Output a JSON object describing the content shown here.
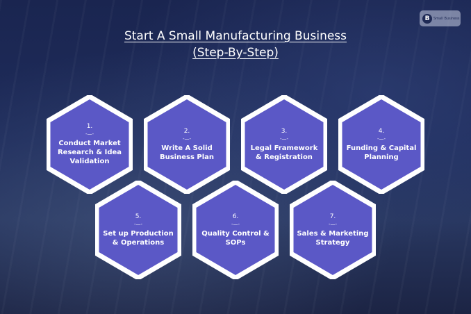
{
  "title": {
    "line1": "Start A Small Manufacturing Business",
    "line2": "(Step-By-Step)"
  },
  "logo": {
    "text": "Small Business",
    "mark": "B"
  },
  "colors": {
    "hex_fill": "#5b58c6",
    "hex_border": "#ffffff",
    "background": "#1f2d5c"
  },
  "steps": [
    {
      "number": "1.",
      "divider": "-—-",
      "label": "Conduct Market Research & Idea Validation"
    },
    {
      "number": "2.",
      "divider": "-—-",
      "label": "Write A Solid Business Plan"
    },
    {
      "number": "3.",
      "divider": "-—-",
      "label": "Legal Framework & Registration"
    },
    {
      "number": "4.",
      "divider": "-—-",
      "label": "Funding & Capital Planning"
    },
    {
      "number": "5.",
      "divider": "-—-",
      "label": "Set up Production & Operations"
    },
    {
      "number": "6.",
      "divider": "-—-",
      "label": "Quality Control & SOPs"
    },
    {
      "number": "7.",
      "divider": "-—-",
      "label": "Sales & Marketing Strategy"
    }
  ]
}
